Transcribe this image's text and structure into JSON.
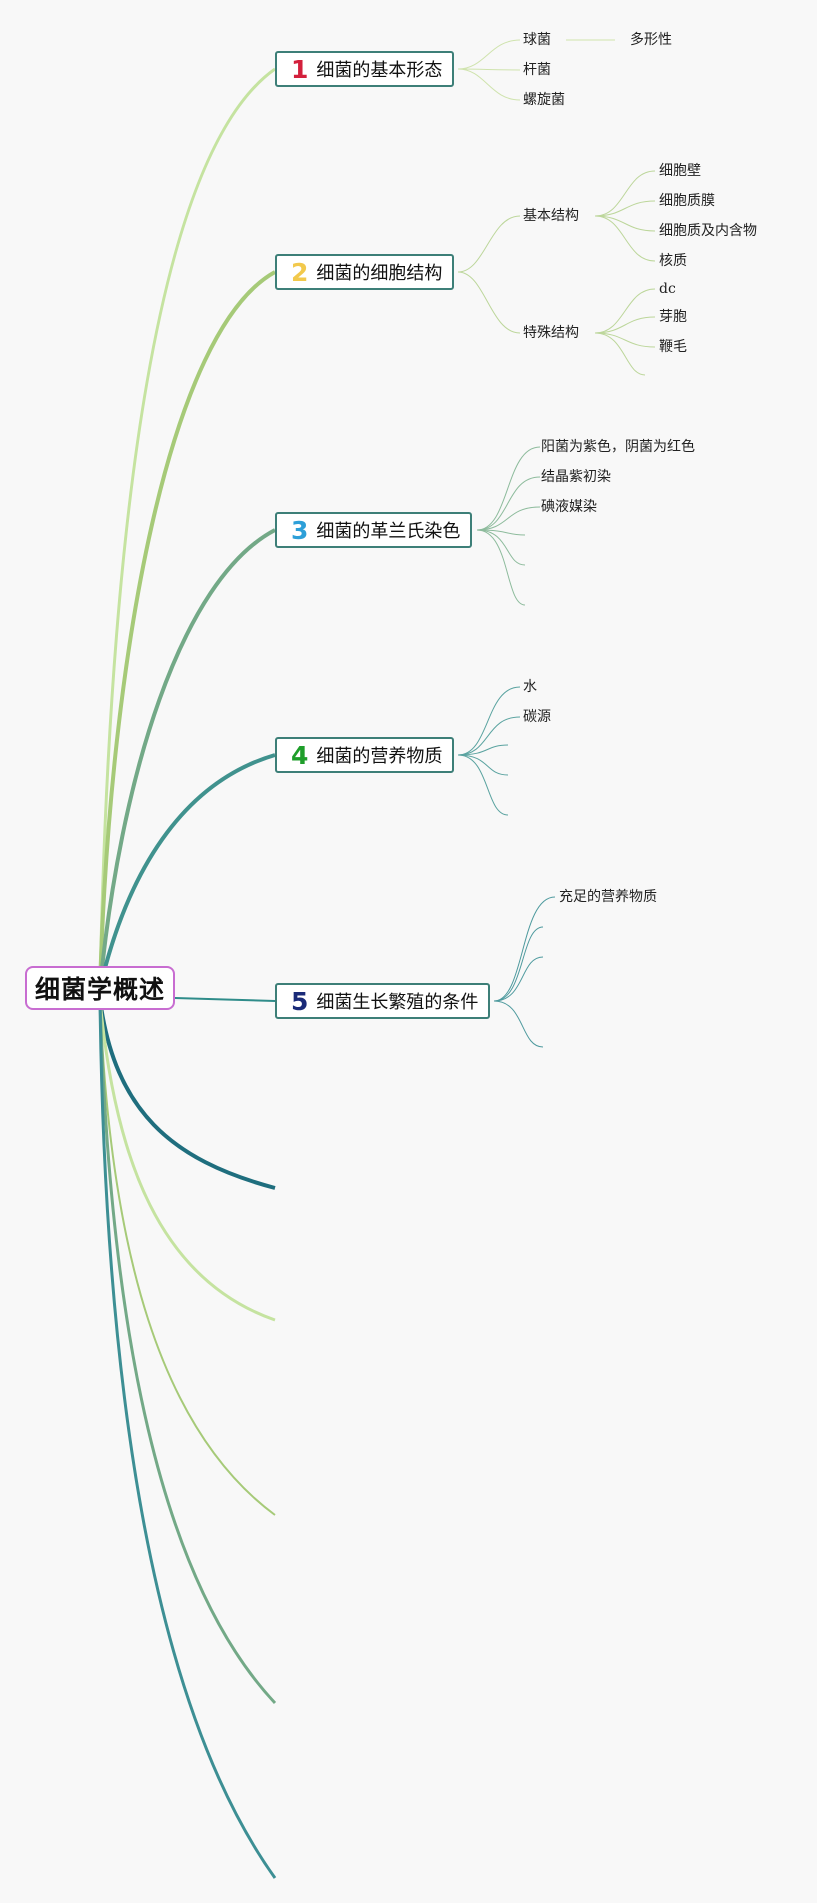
{
  "root": {
    "label": "细菌学概述"
  },
  "topics": [
    {
      "number": "1",
      "label": "细菌的基本形态",
      "number_color": "#d3203c"
    },
    {
      "number": "2",
      "label": "细菌的细胞结构",
      "number_color": "#f2c94c"
    },
    {
      "number": "3",
      "label": "细菌的革兰氏染色",
      "number_color": "#2d9fd8"
    },
    {
      "number": "4",
      "label": "细菌的营养物质",
      "number_color": "#1e9e2a"
    },
    {
      "number": "5",
      "label": "细菌生长繁殖的条件",
      "number_color": "#1a2a78"
    }
  ],
  "nodes": {
    "qiujun": "球菌",
    "duoxingxing": "多形性",
    "ganjun": "杆菌",
    "luoxuanjun": "螺旋菌",
    "jibenjiegou": "基本结构",
    "xibaobi": "细胞壁",
    "xibaozhimo": "细胞质膜",
    "xibaozhi": "细胞质及内含物",
    "hezhi": "核质",
    "teshujiegou": "特殊结构",
    "dc": "dc",
    "yabao": "芽胞",
    "bianmao": "鞭毛",
    "yangjun": "阳菌为紫色，阴菌为红色",
    "jiejing": "结晶紫初染",
    "dianye": "碘液媒染",
    "shui": "水",
    "tanyuan": "碳源",
    "chongzu": "充足的营养物质"
  },
  "colors": {
    "root_border": "#c86dd1",
    "topic_border": "#3d7f78",
    "background": "#f8f8f8"
  }
}
